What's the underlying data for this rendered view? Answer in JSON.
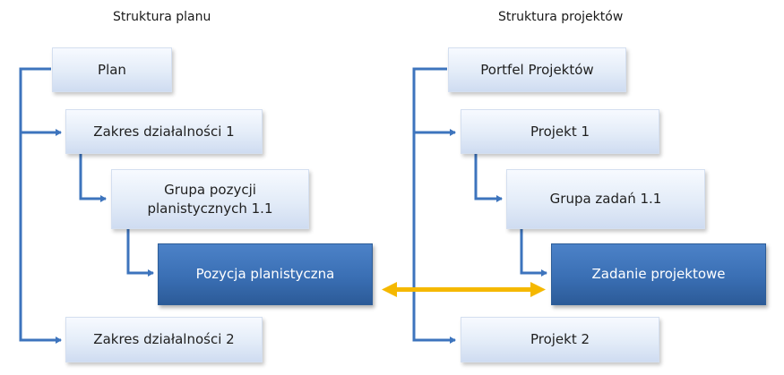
{
  "plan_structure": {
    "title": "Struktura planu",
    "nodes": {
      "plan": "Plan",
      "scope_1": "Zakres działalności 1",
      "group_1_1": "Grupa pozycji planistycznych 1.1",
      "planning_item": "Pozycja planistyczna",
      "scope_2": "Zakres działalności 2"
    }
  },
  "project_structure": {
    "title": "Struktura projektów",
    "nodes": {
      "portfolio": "Portfel Projektów",
      "project_1": "Projekt 1",
      "task_group_1_1": "Grupa zadań 1.1",
      "project_task": "Zadanie projektowe",
      "project_2": "Projekt 2"
    }
  },
  "colors": {
    "connector": "#3d74bd",
    "link_arrow": "#f5b800",
    "box_light": "#dce6f4",
    "box_dark": "#3a6fb4"
  }
}
